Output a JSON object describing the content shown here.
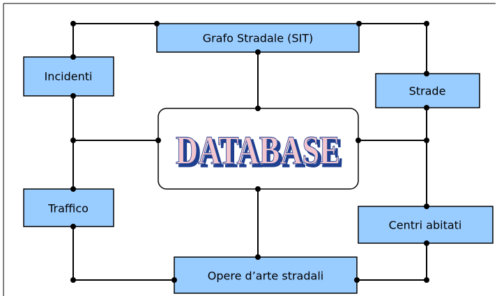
{
  "diagram": {
    "center": {
      "label": "DATABASE"
    },
    "nodes": {
      "grafo": {
        "label": "Grafo Stradale (SIT)"
      },
      "incidenti": {
        "label": "Incidenti"
      },
      "strade": {
        "label": "Strade"
      },
      "traffico": {
        "label": "Traffico"
      },
      "centri": {
        "label": "Centri abitati"
      },
      "opere": {
        "label": "Opere d’arte stradali"
      }
    },
    "colors": {
      "node_fill": "#99ccff",
      "title_shadow": "#1f3f8f",
      "title_face": "#f2c6cf"
    }
  }
}
